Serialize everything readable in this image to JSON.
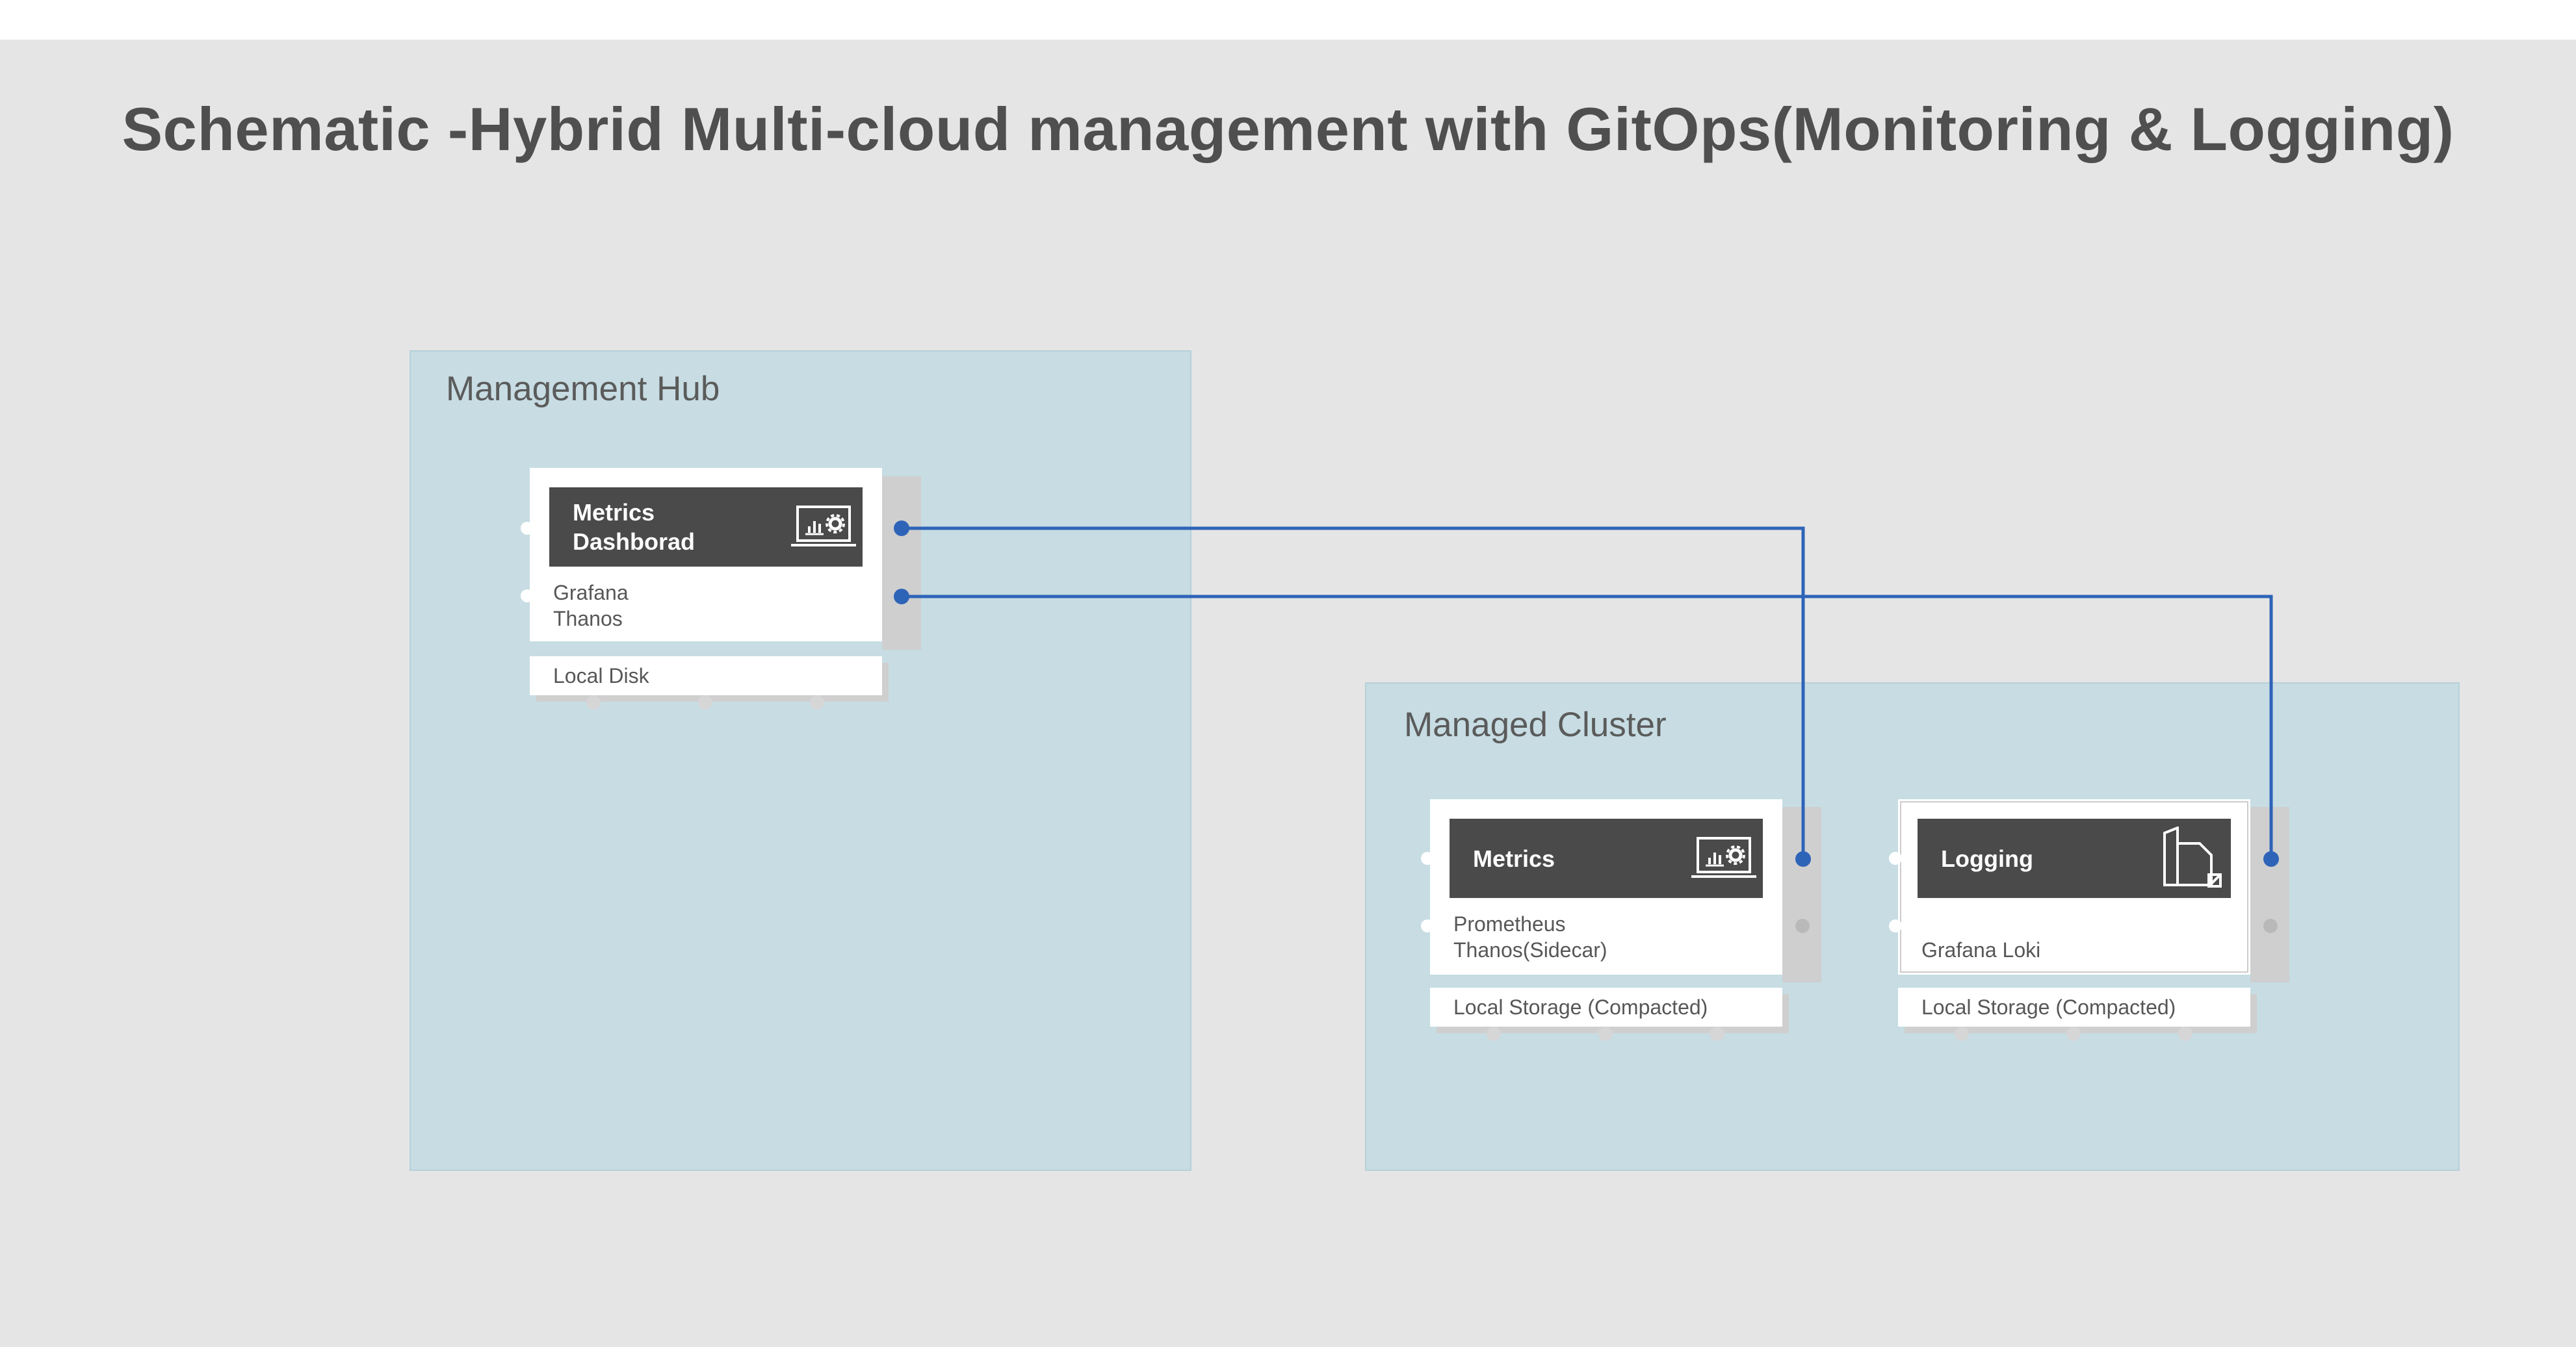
{
  "title": "Schematic -Hybrid Multi-cloud management with GitOps(Monitoring & Logging)",
  "regions": {
    "hub": "Management Hub",
    "cluster": "Managed Cluster"
  },
  "nodes": {
    "dashboard": {
      "header_line1": "Metrics",
      "header_line2": "Dashborad",
      "line1": "Grafana",
      "line2": "Thanos",
      "storage": "Local Disk",
      "icon": "monitor-settings-icon"
    },
    "metrics": {
      "header": "Metrics",
      "line1": "Prometheus",
      "line2": "Thanos(Sidecar)",
      "storage": "Local Storage (Compacted)",
      "icon": "monitor-settings-icon"
    },
    "logging": {
      "header": "Logging",
      "line1": "Grafana Loki",
      "storage": "Local Storage (Compacted)",
      "icon": "document-icon"
    }
  },
  "colors": {
    "connector": "#2e64b8",
    "header": "#4a4a4a",
    "region": "#c7dce3",
    "background": "#e5e5e5"
  }
}
